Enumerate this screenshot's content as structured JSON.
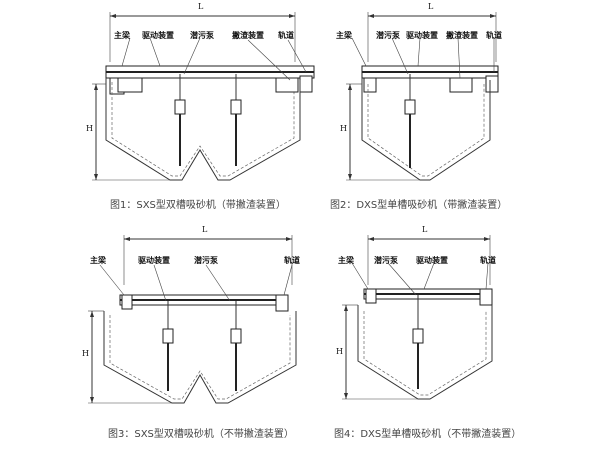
{
  "fig1": {
    "labels": {
      "beam": "主梁",
      "drive": "驱动装置",
      "pump": "潜污泵",
      "skim": "撇渣装置",
      "rail": "轨道"
    },
    "dim_L": "L",
    "dim_H": "H",
    "caption": "图1：SXS型双槽吸砂机（带撇渣装置）"
  },
  "fig2": {
    "labels": {
      "beam": "主梁",
      "pump": "潜污泵",
      "drive": "驱动装置",
      "skim": "撇渣装置",
      "rail": "轨道"
    },
    "dim_L": "L",
    "dim_H": "H",
    "caption": "图2：DXS型单槽吸砂机（带撇渣装置）"
  },
  "fig3": {
    "labels": {
      "beam": "主梁",
      "drive": "驱动装置",
      "pump": "潜污泵",
      "rail": "轨道"
    },
    "dim_L": "L",
    "dim_H": "H",
    "caption": "图3：SXS型双槽吸砂机（不带撇渣装置）"
  },
  "fig4": {
    "labels": {
      "beam": "主梁",
      "pump": "潜污泵",
      "drive": "驱动装置",
      "rail": "轨道"
    },
    "dim_L": "L",
    "dim_H": "H",
    "caption": "图4：DXS型单槽吸砂机（不带撇渣装置）"
  }
}
